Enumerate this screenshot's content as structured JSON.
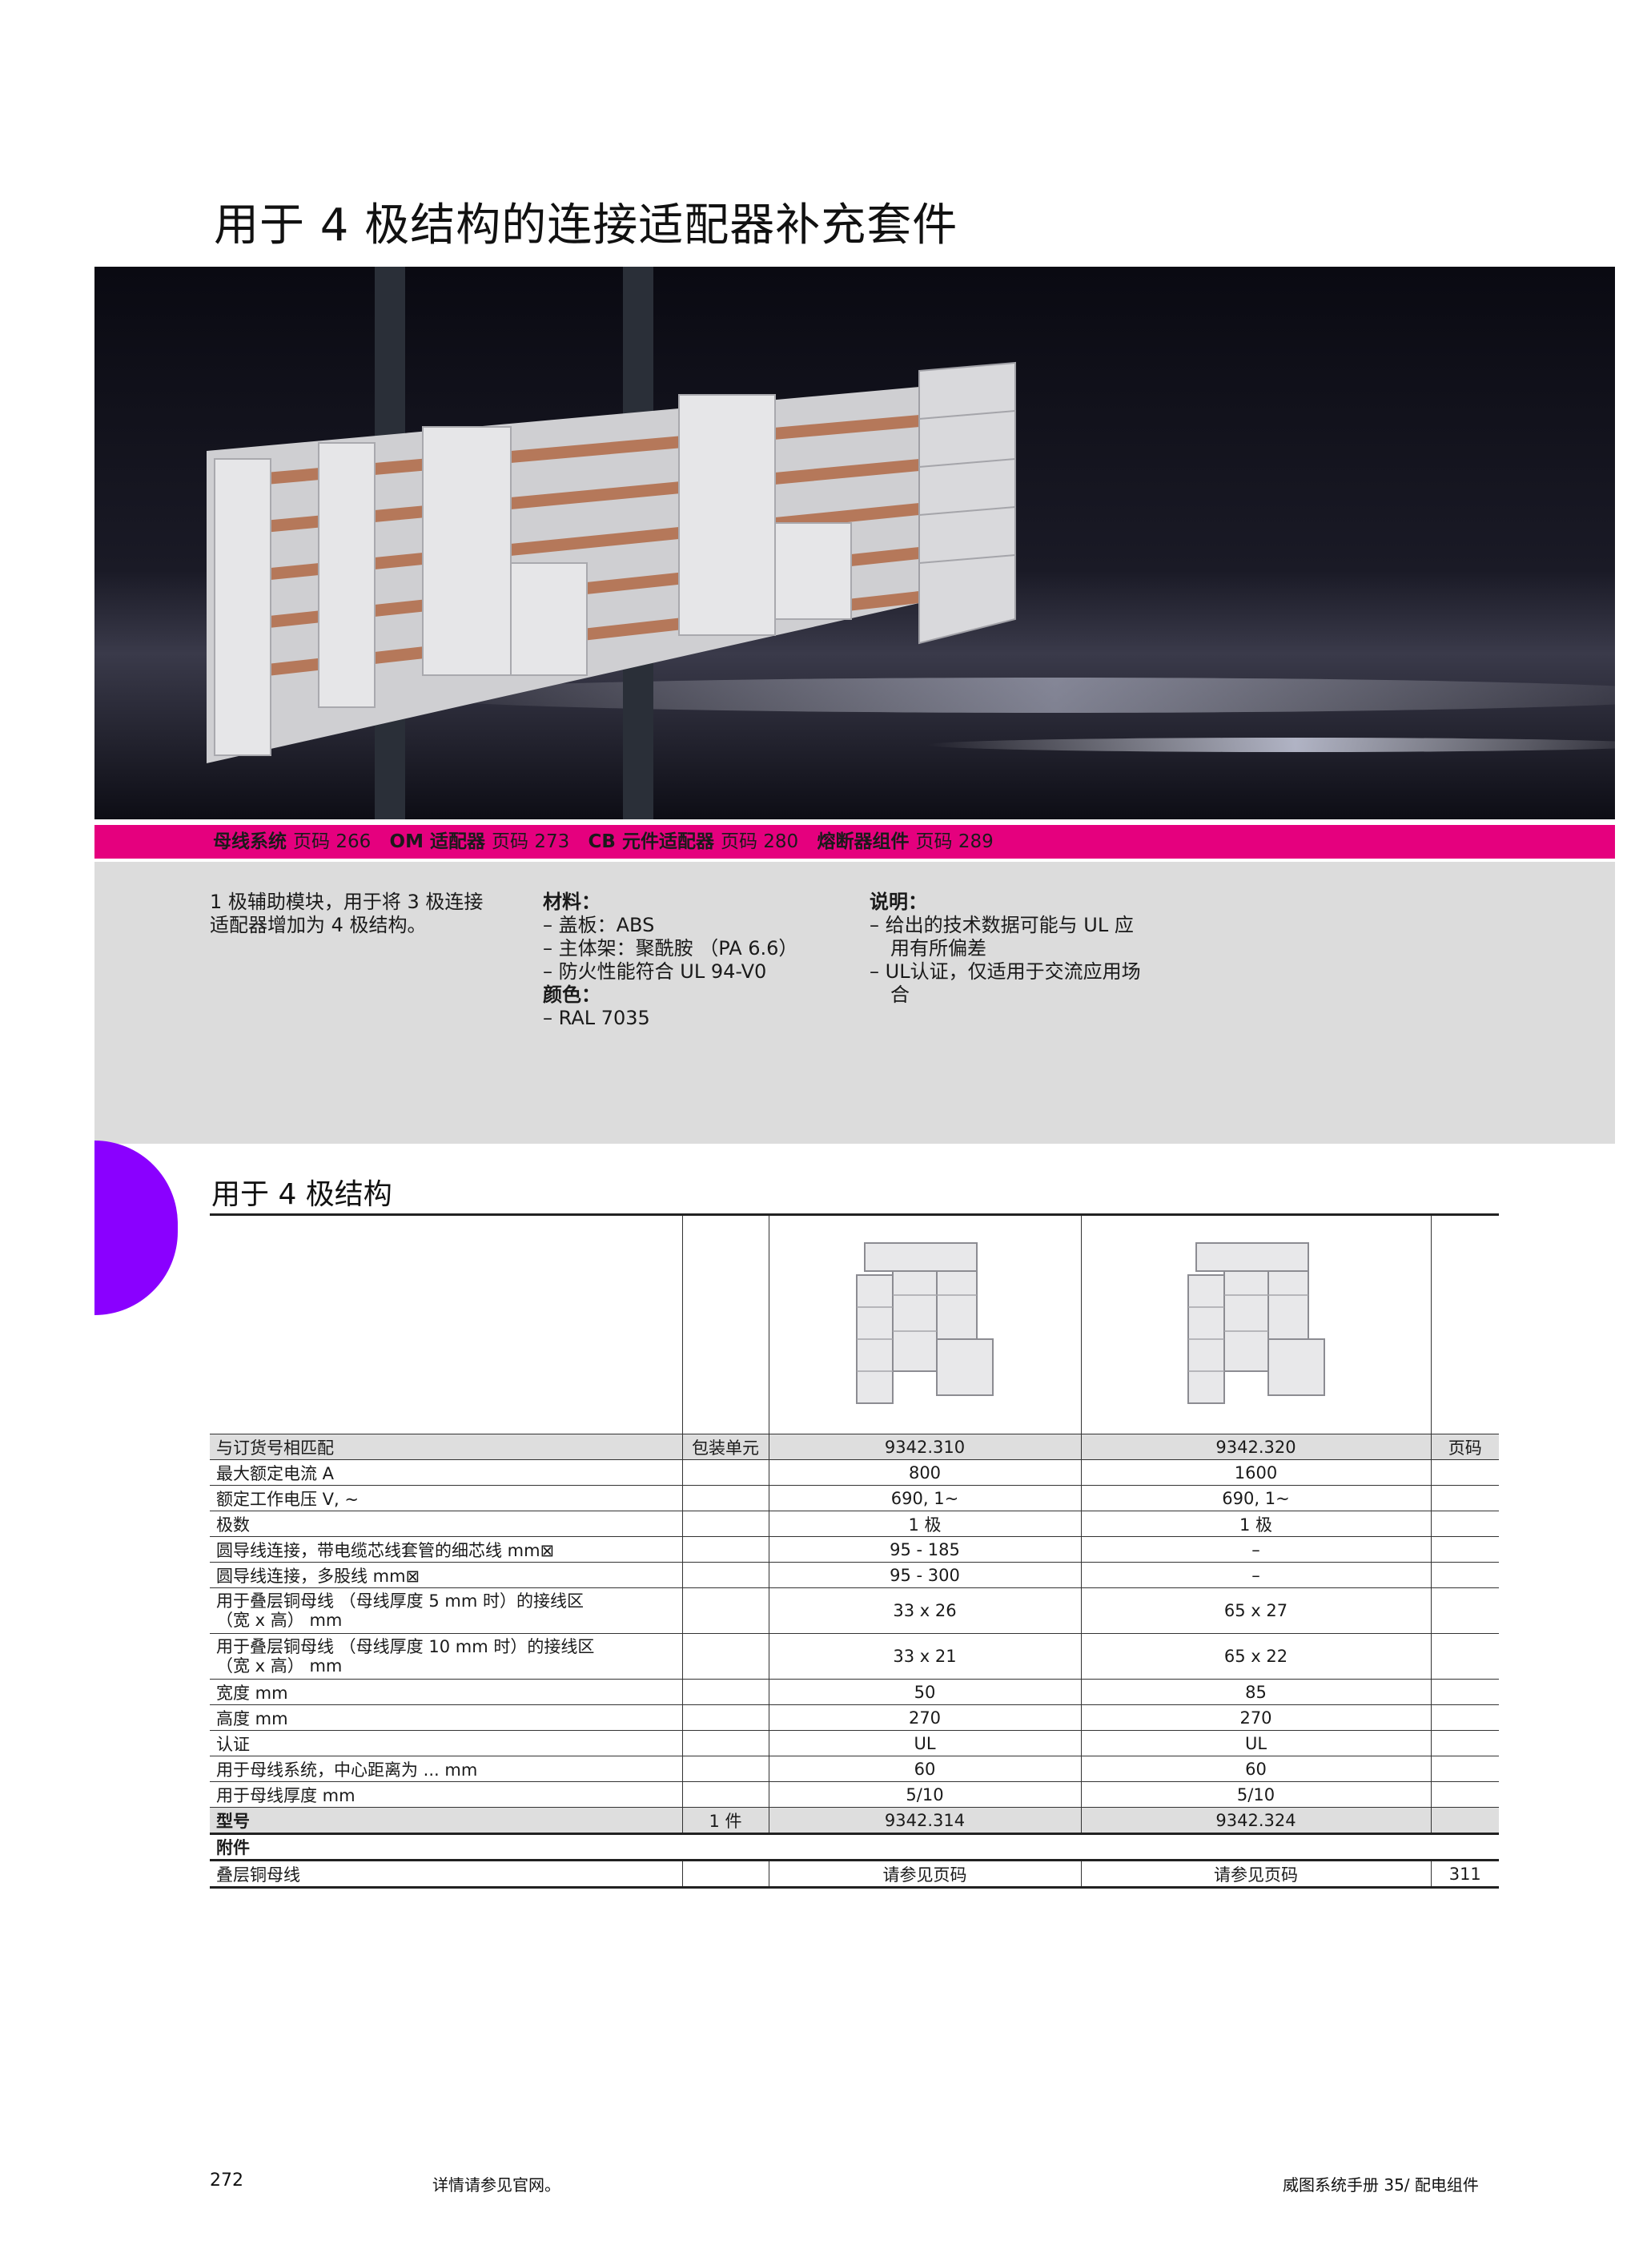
{
  "page_title": "用于 4 极结构的连接适配器补充套件",
  "nav": [
    {
      "label": "母线系统",
      "page": "页码 266"
    },
    {
      "label": "OM 适配器",
      "page": "页码 273"
    },
    {
      "label": "CB 元件适配器",
      "page": "页码 280"
    },
    {
      "label": "熔断器组件",
      "page": "页码 289"
    }
  ],
  "info": {
    "description": [
      "1 极辅助模块，用于将 3 极连接",
      "适配器增加为 4 极结构。"
    ],
    "material_heading": "材料：",
    "materials": [
      "– 盖板：ABS",
      "– 主体架：聚酰胺 （PA 6.6）",
      "– 防火性能符合 UL 94-V0"
    ],
    "color_heading": "颜色：",
    "colors": [
      "–   RAL 7035"
    ],
    "notes_heading": "说明：",
    "notes": [
      "– 给出的技术数据可能与 UL 应",
      "用有所偏差",
      "–   UL认证，仅适用于交流应用场",
      "合"
    ]
  },
  "section_title": "用于 4 极结构",
  "table": {
    "header": {
      "label": "与订货号相匹配",
      "pack": "包装单元",
      "col1": "9342.310",
      "col2": "9342.320",
      "page": "页码"
    },
    "rows": [
      {
        "label": "最大额定电流 A",
        "col1": "800",
        "col2": "1600"
      },
      {
        "label": "额定工作电压 V, ~",
        "col1": "690, 1~",
        "col2": "690, 1~"
      },
      {
        "label": "极数",
        "col1": "1 极",
        "col2": "1 极"
      },
      {
        "label": "圆导线连接，带电缆芯线套管的细芯线 mm⊠",
        "col1": "95 - 185",
        "col2": "–"
      },
      {
        "label": "圆导线连接，多股线 mm⊠",
        "col1": "95 - 300",
        "col2": "–"
      },
      {
        "label": "用于叠层铜母线 （母线厚度 5 mm 时）的接线区",
        "label2": "（宽 x 高） mm",
        "col1": "33 x 26",
        "col2": "65 x 27"
      },
      {
        "label": "用于叠层铜母线 （母线厚度 10 mm 时）的接线区",
        "label2": "（宽 x 高） mm",
        "col1": "33 x 21",
        "col2": "65 x 22"
      },
      {
        "label": "宽度 mm",
        "col1": "50",
        "col2": "85"
      },
      {
        "label": "高度 mm",
        "col1": "270",
        "col2": "270"
      },
      {
        "label": "认证",
        "col1": "UL",
        "col2": "UL"
      },
      {
        "label": "用于母线系统，中心距离为 ... mm",
        "col1": "60",
        "col2": "60"
      },
      {
        "label": "用于母线厚度 mm",
        "col1": "5/10",
        "col2": "5/10"
      }
    ],
    "model": {
      "label": "型号",
      "pack": "1 件",
      "col1": "9342.314",
      "col2": "9342.324"
    },
    "accessories_title": "附件",
    "accessory": {
      "label": "叠层铜母线",
      "col1": "请参见页码",
      "col2": "请参见页码",
      "page": "311"
    }
  },
  "footer": {
    "page_number": "272",
    "website_note": "详情请参见官网。",
    "manual": "威图系统手册 35/ 配电组件"
  }
}
